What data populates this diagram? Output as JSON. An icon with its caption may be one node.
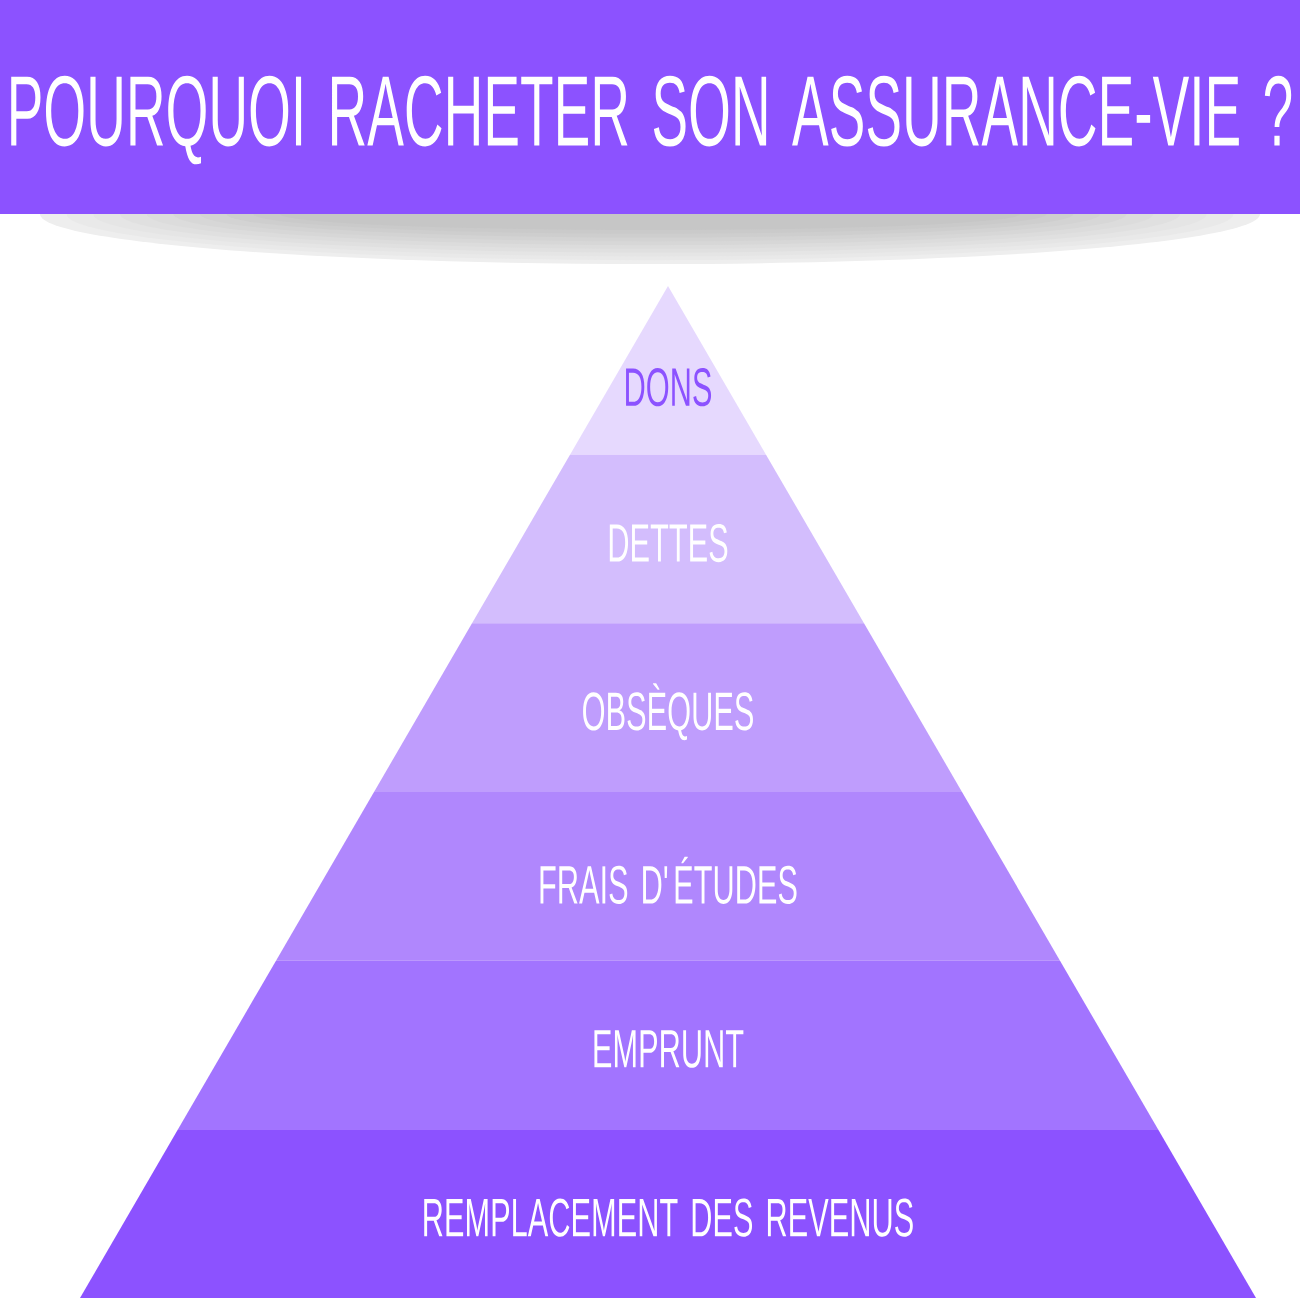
{
  "diagram": {
    "title": "POURQUOI RACHETER SON ASSURANCE-VIE ?",
    "nodes": [
      {
        "text": [
          "DONS"
        ]
      },
      {
        "text": [
          "DETTES"
        ]
      },
      {
        "text": [
          "OBSÈQUES"
        ]
      },
      {
        "text": [
          "FRAIS D'ÉTUDES"
        ]
      },
      {
        "text": [
          "EMPRUNT"
        ]
      },
      {
        "text": [
          "REMPLACEMENT DES REVENUS"
        ]
      }
    ]
  }
}
